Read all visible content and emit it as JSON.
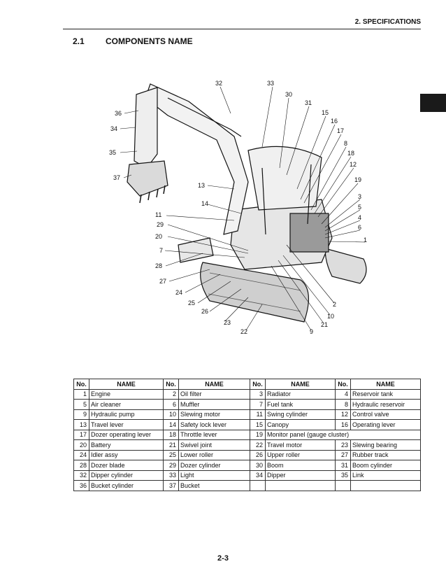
{
  "header": {
    "section": "2. SPECIFICATIONS"
  },
  "section": {
    "number": "2.1",
    "title": "COMPONENTS NAME"
  },
  "figure_callouts": [
    "32",
    "33",
    "30",
    "31",
    "15",
    "16",
    "17",
    "8",
    "18",
    "12",
    "19",
    "3",
    "5",
    "4",
    "6",
    "1",
    "36",
    "34",
    "35",
    "37",
    "13",
    "14",
    "11",
    "29",
    "20",
    "7",
    "28",
    "27",
    "24",
    "25",
    "26",
    "23",
    "22",
    "2",
    "10",
    "21",
    "9"
  ],
  "table": {
    "headers": [
      "No.",
      "NAME",
      "No.",
      "NAME",
      "No.",
      "NAME",
      "No.",
      "NAME"
    ],
    "rows": [
      [
        "1",
        "Engine",
        "2",
        "Oil filter",
        "3",
        "Radiator",
        "4",
        "Reservoir tank"
      ],
      [
        "5",
        "Air cleaner",
        "6",
        "Muffler",
        "7",
        "Fuel tank",
        "8",
        "Hydraulic reservoir"
      ],
      [
        "9",
        "Hydraulic pump",
        "10",
        "Slewing motor",
        "11",
        "Swing cylinder",
        "12",
        "Control valve"
      ],
      [
        "13",
        "Travel lever",
        "14",
        "Safety lock lever",
        "15",
        "Canopy",
        "16",
        "Operating lever"
      ],
      [
        "17",
        "Dozer operating lever",
        "18",
        "Throttle lever",
        "19",
        "Monitor panel (gauge cluster)",
        "",
        ""
      ],
      [
        "20",
        "Battery",
        "21",
        "Swivel joint",
        "22",
        "Travel motor",
        "23",
        "Slewing bearing"
      ],
      [
        "24",
        "Idler assy",
        "25",
        "Lower roller",
        "26",
        "Upper roller",
        "27",
        "Rubber track"
      ],
      [
        "28",
        "Dozer blade",
        "29",
        "Dozer cylinder",
        "30",
        "Boom",
        "31",
        "Boom cylinder"
      ],
      [
        "32",
        "Dipper cylinder",
        "33",
        "Light",
        "34",
        "Dipper",
        "35",
        "Link"
      ],
      [
        "36",
        "Bucket cylinder",
        "37",
        "Bucket",
        "",
        "",
        "",
        ""
      ]
    ]
  },
  "footer": {
    "page": "2-3"
  }
}
